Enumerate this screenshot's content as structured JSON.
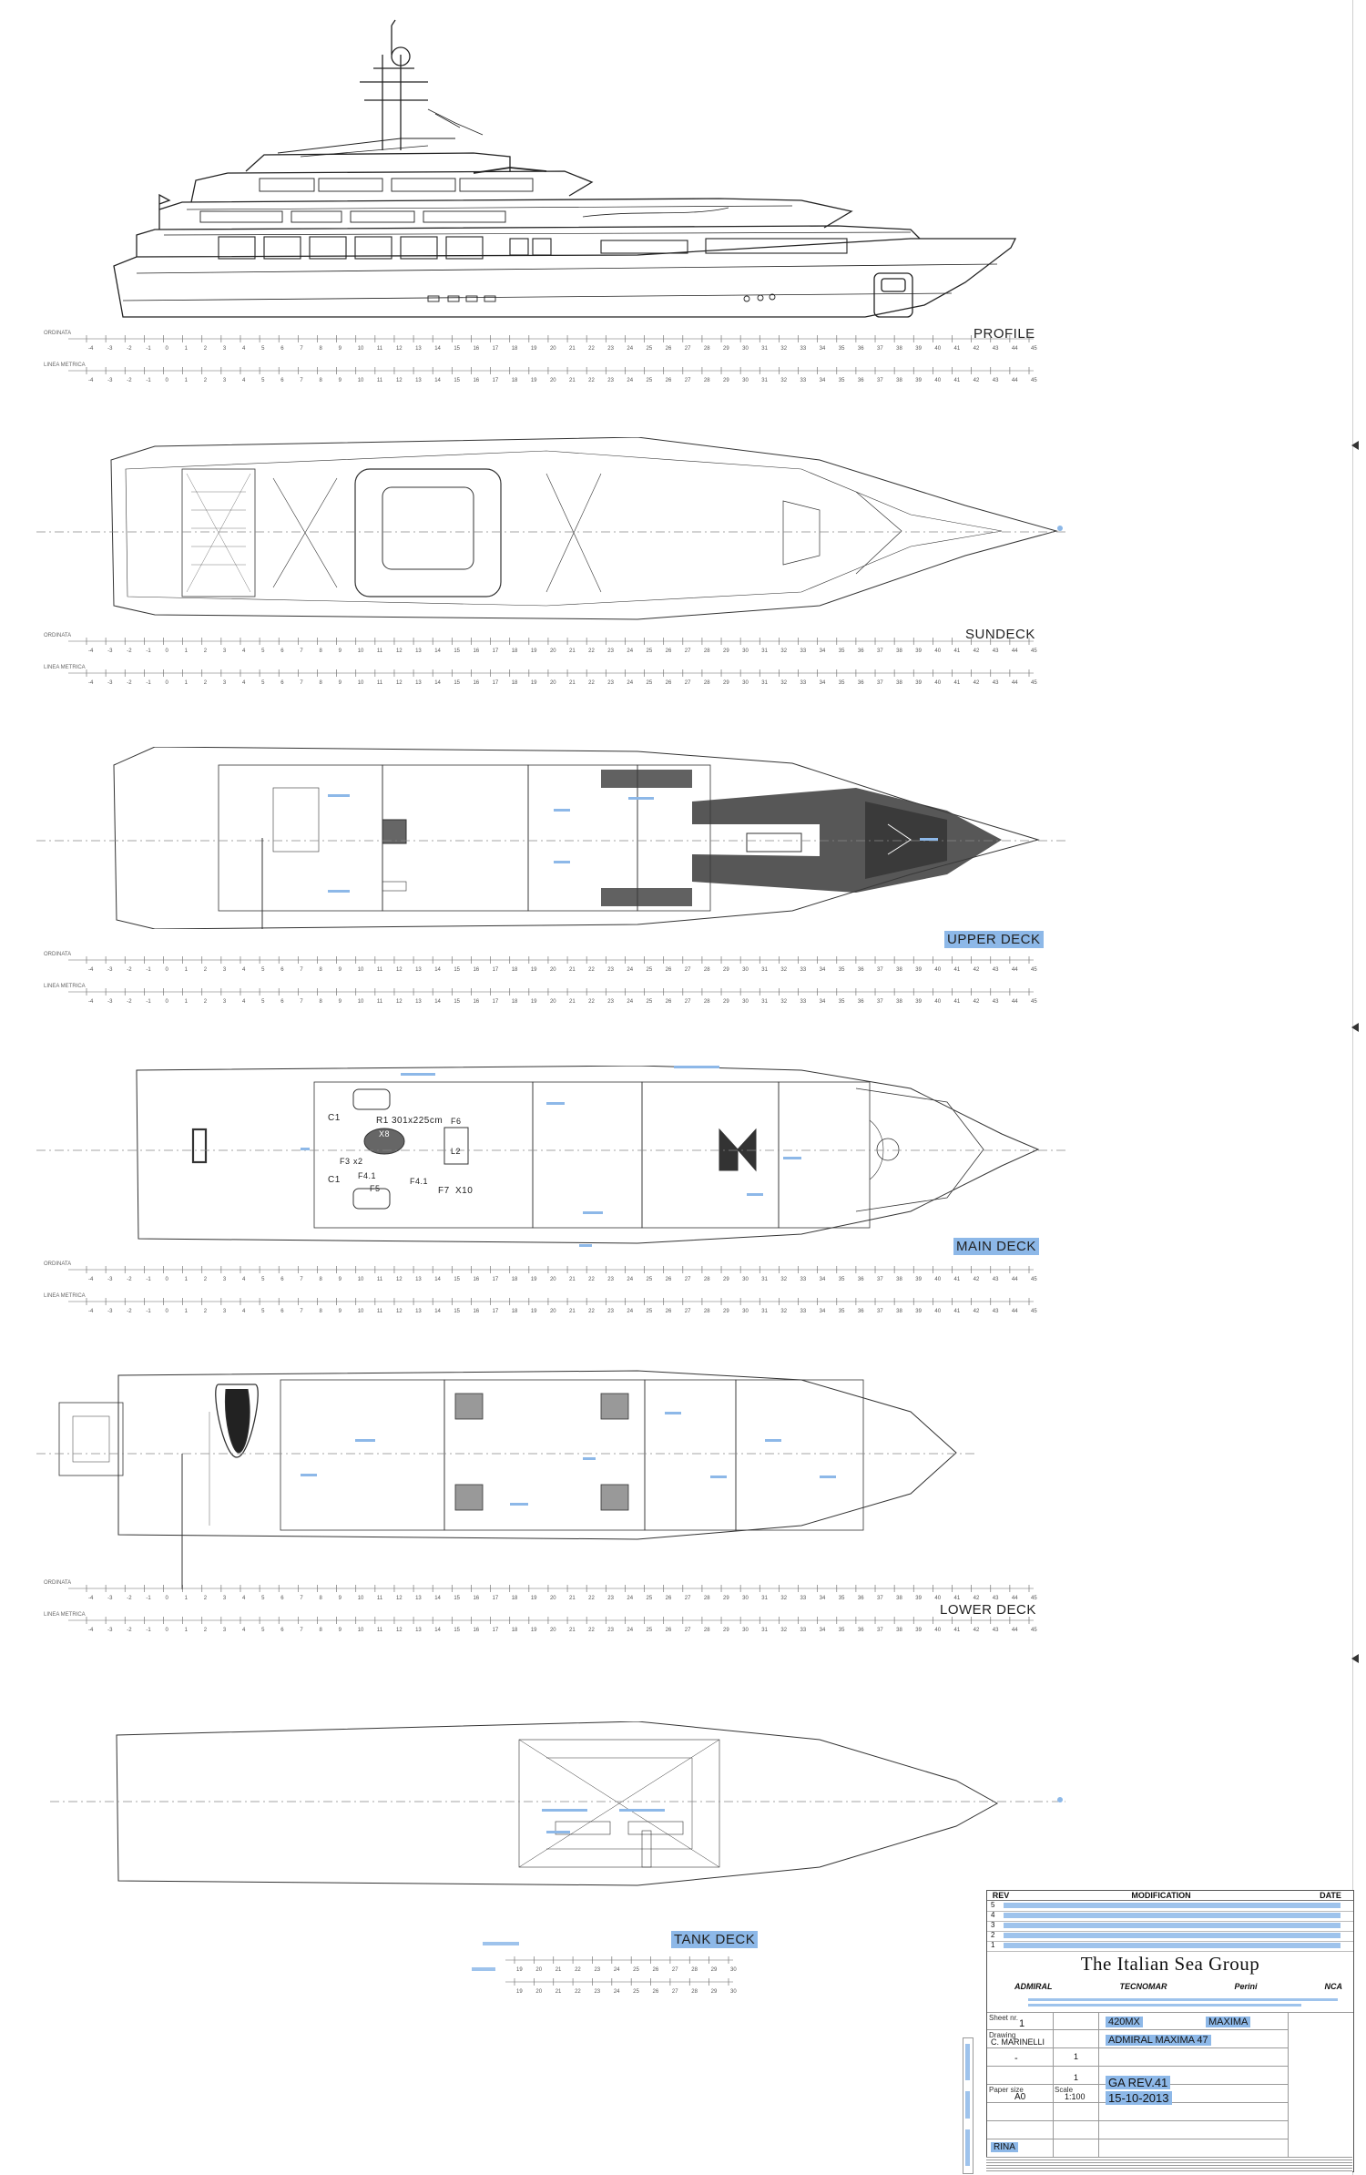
{
  "decks": {
    "profile": "PROFILE",
    "sundeck": "SUNDECK",
    "upper": "UPPER DECK",
    "main": "MAIN DECK",
    "lower": "LOWER DECK",
    "tank": "TANK DECK"
  },
  "scale_labels": {
    "ordinata": "ORDINATA",
    "linea_metrica": "LINEA METRICA"
  },
  "scale_ticks": [
    "-4",
    "-3",
    "-2",
    "-1",
    "0",
    "1",
    "2",
    "3",
    "4",
    "5",
    "6",
    "7",
    "8",
    "9",
    "10",
    "11",
    "12",
    "13",
    "14",
    "15",
    "16",
    "17",
    "18",
    "19",
    "20",
    "21",
    "22",
    "23",
    "24",
    "25",
    "26",
    "27",
    "28",
    "29",
    "30",
    "31",
    "32",
    "33",
    "34",
    "35",
    "36",
    "37",
    "38",
    "39",
    "40",
    "41",
    "42",
    "43",
    "44",
    "45"
  ],
  "tank_scale_ticks": [
    "19",
    "20",
    "21",
    "22",
    "23",
    "24",
    "25",
    "26",
    "27",
    "28",
    "29",
    "30"
  ],
  "main_deck_notes": {
    "c1_top": "C1",
    "r1": "R1",
    "r1_size": "301x225cm",
    "x8": "X8",
    "f6": "F6",
    "l2": "L2",
    "f3": "F3",
    "x2": "x2",
    "c1_bottom": "C1",
    "f41_left": "F4.1",
    "f41_right": "F4.1",
    "f5": "F5",
    "f7": "F7",
    "x10": "X10"
  },
  "title_block": {
    "rev_header": "REV",
    "mod_header": "MODIFICATION",
    "date_header": "DATE",
    "rev_rows": [
      "5",
      "4",
      "3",
      "2",
      "1"
    ],
    "company": "The Italian Sea Group",
    "partners": [
      "ADMIRAL",
      "TECNOMAR",
      "Perini",
      "NCA"
    ],
    "fields": {
      "sheet_label": "Sheet nr.",
      "sheet_value": "1",
      "hull_value": "420MX",
      "name_value": "MAXIMA",
      "drawn_label": "Drawing",
      "drawn_value": "C. MARINELLI",
      "title_value": "ADMIRAL MAXIMA 47",
      "checked_value": "1",
      "size_label": "Paper size",
      "size_value": "A0",
      "scale_label": "Scale",
      "scale_value": "1:100",
      "code_value": "GA REV.41",
      "date_value": "15-10-2013",
      "class_value": "RINA",
      "page_value": "1",
      "dash": "-"
    }
  },
  "colors": {
    "highlight": "#8db8e8",
    "line": "#222222",
    "deck_teak": "#3a3a3a"
  }
}
